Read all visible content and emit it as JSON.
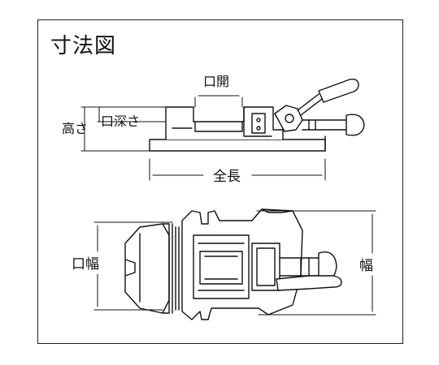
{
  "title": "寸法図",
  "labels": {
    "jaw_opening": "口開",
    "height": "高さ",
    "jaw_depth": "口深さ",
    "overall_length": "全長",
    "jaw_width": "口幅",
    "width": "幅"
  }
}
